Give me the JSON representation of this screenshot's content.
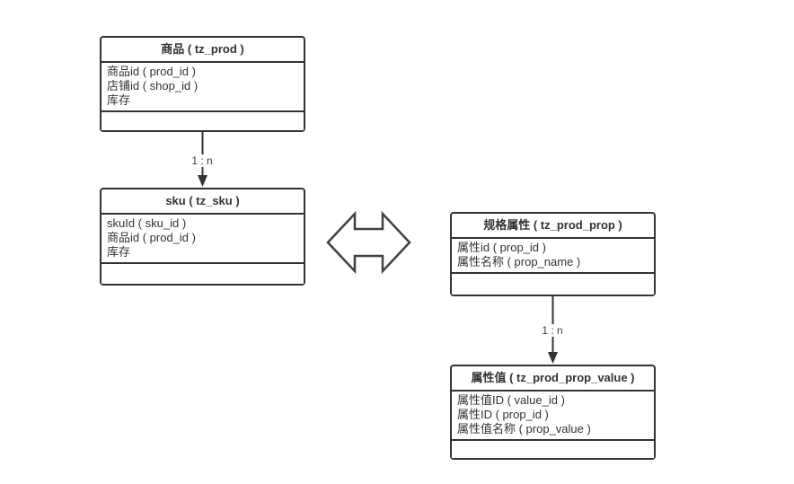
{
  "diagram": {
    "background": "#ffffff",
    "stroke_color": "#333333",
    "text_color": "#333333",
    "entities": [
      {
        "key": "prod",
        "title": "商品 ( tz_prod )",
        "fields": [
          "商品id ( prod_id )",
          "店铺id ( shop_id )",
          "库存"
        ]
      },
      {
        "key": "sku",
        "title": "sku ( tz_sku )",
        "fields": [
          "skuId ( sku_id )",
          "商品id ( prod_id )",
          "库存"
        ]
      },
      {
        "key": "prod_prop",
        "title": "规格属性 ( tz_prod_prop )",
        "fields": [
          "属性id ( prop_id )",
          "属性名称 ( prop_name )"
        ]
      },
      {
        "key": "prop_value",
        "title": "属性值 ( tz_prod_prop_value )",
        "fields": [
          "属性值ID ( value_id )",
          "属性ID ( prop_id )",
          "属性值名称 ( prop_value )"
        ]
      }
    ],
    "relations": [
      {
        "from": "商品 ( tz_prod )",
        "to": "sku ( tz_sku )",
        "label": "1 : n",
        "type": "one-to-many"
      },
      {
        "from": "规格属性 ( tz_prod_prop )",
        "to": "属性值 ( tz_prod_prop_value )",
        "label": "1 : n",
        "type": "one-to-many"
      },
      {
        "from": "sku ( tz_sku )",
        "to": "规格属性 ( tz_prod_prop )",
        "label": "",
        "type": "many-to-many"
      }
    ]
  }
}
